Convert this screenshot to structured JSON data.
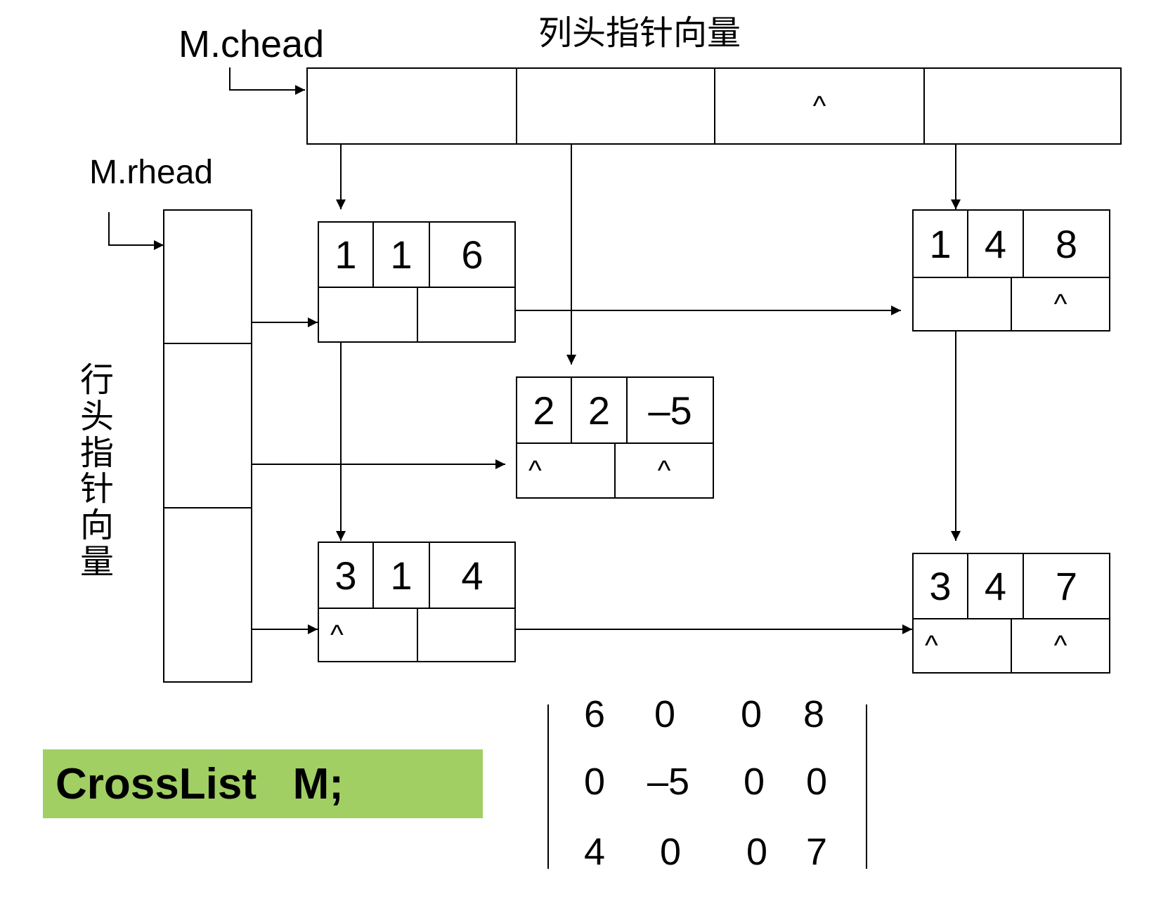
{
  "labels": {
    "chead": "M.chead",
    "rhead": "M.rhead",
    "col_vector_title": "列头指针向量",
    "row_vector_title": "行头指针向量",
    "declaration": "CrossList   M;"
  },
  "null_marker": "^",
  "colors": {
    "declaration_bg": "#a1cf64",
    "line": "#000000"
  },
  "nodes": {
    "n11": {
      "i": "1",
      "j": "1",
      "e": "6"
    },
    "n14": {
      "i": "1",
      "j": "4",
      "e": "8"
    },
    "n22": {
      "i": "2",
      "j": "2",
      "e": "–5"
    },
    "n31": {
      "i": "3",
      "j": "1",
      "e": "4"
    },
    "n34": {
      "i": "3",
      "j": "4",
      "e": "7"
    }
  },
  "matrix": [
    [
      "6",
      "0",
      "0",
      "8"
    ],
    [
      "0",
      "–5",
      "0",
      "0"
    ],
    [
      "4",
      "0",
      "0",
      "7"
    ]
  ]
}
